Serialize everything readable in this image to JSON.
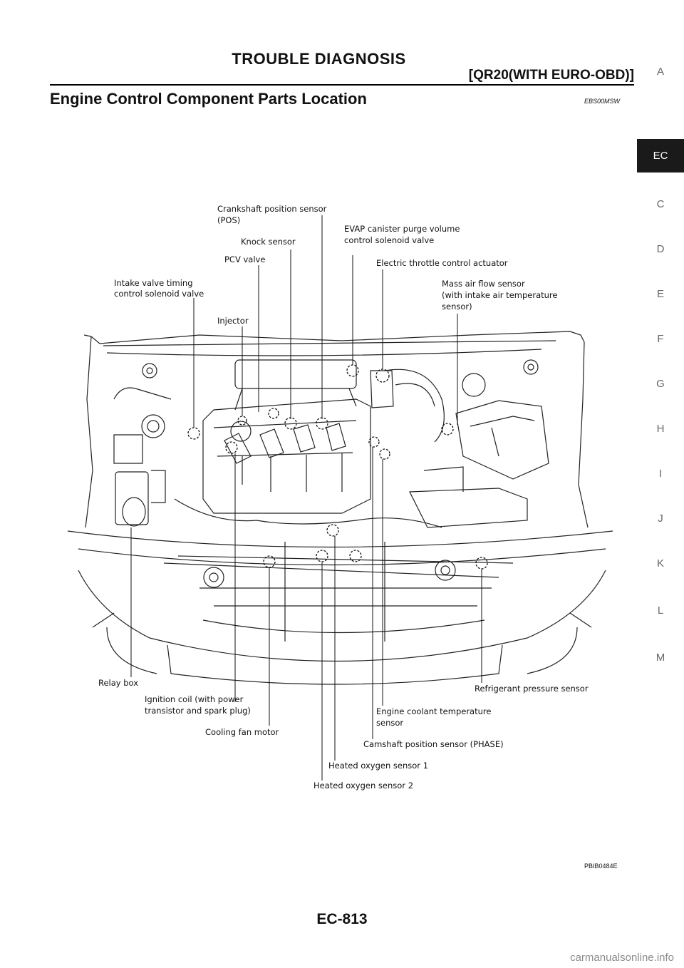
{
  "header": {
    "title": "TROUBLE DIAGNOSIS",
    "subtitle": "[QR20(WITH EURO-OBD)]"
  },
  "section": {
    "title": "Engine Control Component Parts Location",
    "code": "EBS00MSW"
  },
  "side_tabs": [
    {
      "label": "A",
      "active": false
    },
    {
      "label": "EC",
      "active": true
    },
    {
      "label": "C",
      "active": false
    },
    {
      "label": "D",
      "active": false
    },
    {
      "label": "E",
      "active": false
    },
    {
      "label": "F",
      "active": false
    },
    {
      "label": "G",
      "active": false
    },
    {
      "label": "H",
      "active": false
    },
    {
      "label": "I",
      "active": false
    },
    {
      "label": "J",
      "active": false
    },
    {
      "label": "K",
      "active": false
    },
    {
      "label": "L",
      "active": false
    },
    {
      "label": "M",
      "active": false
    }
  ],
  "labels": {
    "crankshaft_1": "Crankshaft position sensor",
    "crankshaft_2": "(POS)",
    "knock": "Knock sensor",
    "evap_1": "EVAP canister purge volume",
    "evap_2": "control solenoid valve",
    "pcv": "PCV valve",
    "throttle": "Electric throttle control actuator",
    "intake_1": "Intake valve timing",
    "intake_2": "control solenoid valve",
    "maf_1": "Mass air flow sensor",
    "maf_2": "(with intake air temperature",
    "maf_3": "sensor)",
    "injector": "Injector",
    "relay": "Relay box",
    "ignition_1": "Ignition coil (with power",
    "ignition_2": "transistor and spark plug)",
    "fan": "Cooling fan motor",
    "refrig": "Refrigerant pressure sensor",
    "coolant_1": "Engine coolant temperature",
    "coolant_2": "sensor",
    "camshaft": "Camshaft position sensor (PHASE)",
    "ho2s1": "Heated oxygen sensor 1",
    "ho2s2": "Heated oxygen sensor 2"
  },
  "figure_code": "PBIB0484E",
  "page_number": "EC-813",
  "watermark": "carmanualsonline.info"
}
